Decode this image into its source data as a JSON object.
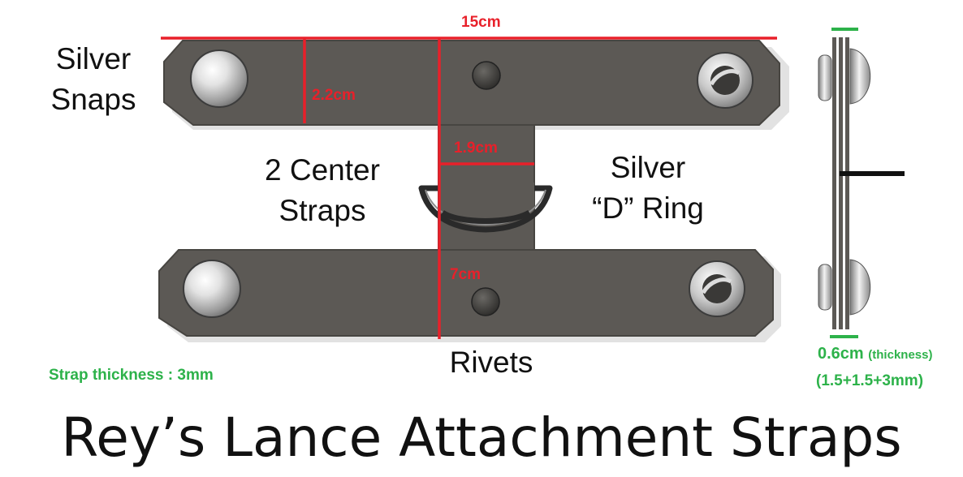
{
  "title": "Rey’s Lance Attachment Straps",
  "labels": {
    "silver_snaps_line1": "Silver",
    "silver_snaps_line2": "Snaps",
    "center_straps_line1": "2 Center",
    "center_straps_line2": "Straps",
    "d_ring_line1": "Silver",
    "d_ring_line2": "“D” Ring",
    "rivets": "Rivets"
  },
  "dimensions": {
    "total_length": "15cm",
    "strap_width": "2.2cm",
    "center_strap_width": "1.9cm",
    "center_strap_length": "7cm",
    "assembly_thickness": "0.6cm",
    "assembly_thickness_note": "(thickness)",
    "assembly_thickness_breakdown": "(1.5+1.5+3mm)",
    "strap_thickness": "Strap thickness : 3mm"
  },
  "colors": {
    "leather": "#5c5955",
    "leather_edge": "#474541",
    "dimension_red": "#e8202a",
    "dimension_green": "#2db24a",
    "text": "#111111"
  }
}
